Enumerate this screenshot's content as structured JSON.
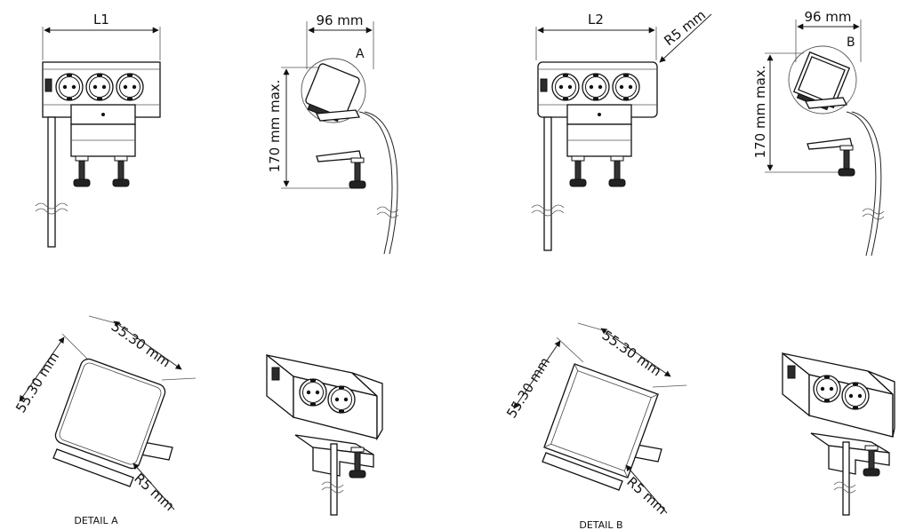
{
  "views": {
    "front_a": {
      "width_label": "L1"
    },
    "side_a": {
      "width_label": "96 mm",
      "height_label": "170 mm max.",
      "detail_marker": "A"
    },
    "front_b": {
      "width_label": "L2",
      "radius_label": "R5 mm"
    },
    "side_b": {
      "width_label": "96 mm",
      "height_label": "170 mm max.",
      "detail_marker": "B"
    }
  },
  "details": {
    "a": {
      "width_label": "55.30 mm",
      "height_label": "55.30 mm",
      "radius_label": "R5 mm",
      "caption": "DETAIL A"
    },
    "b": {
      "width_label": "55.30 mm",
      "height_label": "55.30 mm",
      "radius_label": "R5 mm",
      "caption": "DETAIL B"
    }
  }
}
